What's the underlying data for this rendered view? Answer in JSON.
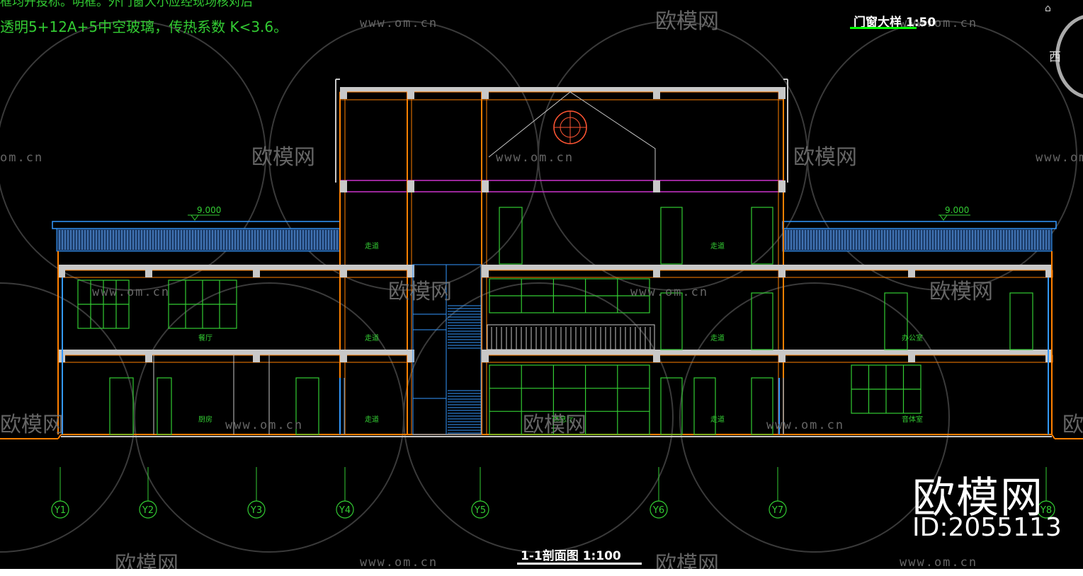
{
  "notes": {
    "line1": "框均开投标。明框。外门窗大小应经现场核对后",
    "line2": "透明5+12A+5中空玻璃，传热系数  K<3.6。"
  },
  "titles": {
    "section": "1-1剖面图   1:100",
    "detail": "门窗大样  1:50"
  },
  "viewcube": {
    "direction": "西",
    "home_icon": "home-icon"
  },
  "elevations": {
    "left": "9.000",
    "right": "9.000"
  },
  "rooms": [
    {
      "label": "走道"
    },
    {
      "label": "走道"
    },
    {
      "label": "餐厅"
    },
    {
      "label": "走道"
    },
    {
      "label": "走道"
    },
    {
      "label": "办公室"
    },
    {
      "label": "厨房"
    },
    {
      "label": "走道"
    },
    {
      "label": "休息厅"
    },
    {
      "label": "走道"
    },
    {
      "label": "音体室"
    }
  ],
  "axes": [
    "Y1",
    "Y2",
    "Y3",
    "Y4",
    "Y5",
    "Y6",
    "Y7",
    "Y8"
  ],
  "watermark": {
    "brand": "欧模网",
    "url": "www.om.cn",
    "url_short": "om.cn",
    "id": "ID:2055113"
  },
  "colors": {
    "wall": "#ff8000",
    "slab": "#c8c8c8",
    "window": "#33cc33",
    "glass": "#3399ff",
    "text_green": "#33cc33",
    "beam_magenta": "#cc33cc",
    "axis_circle": "#33cc33"
  }
}
